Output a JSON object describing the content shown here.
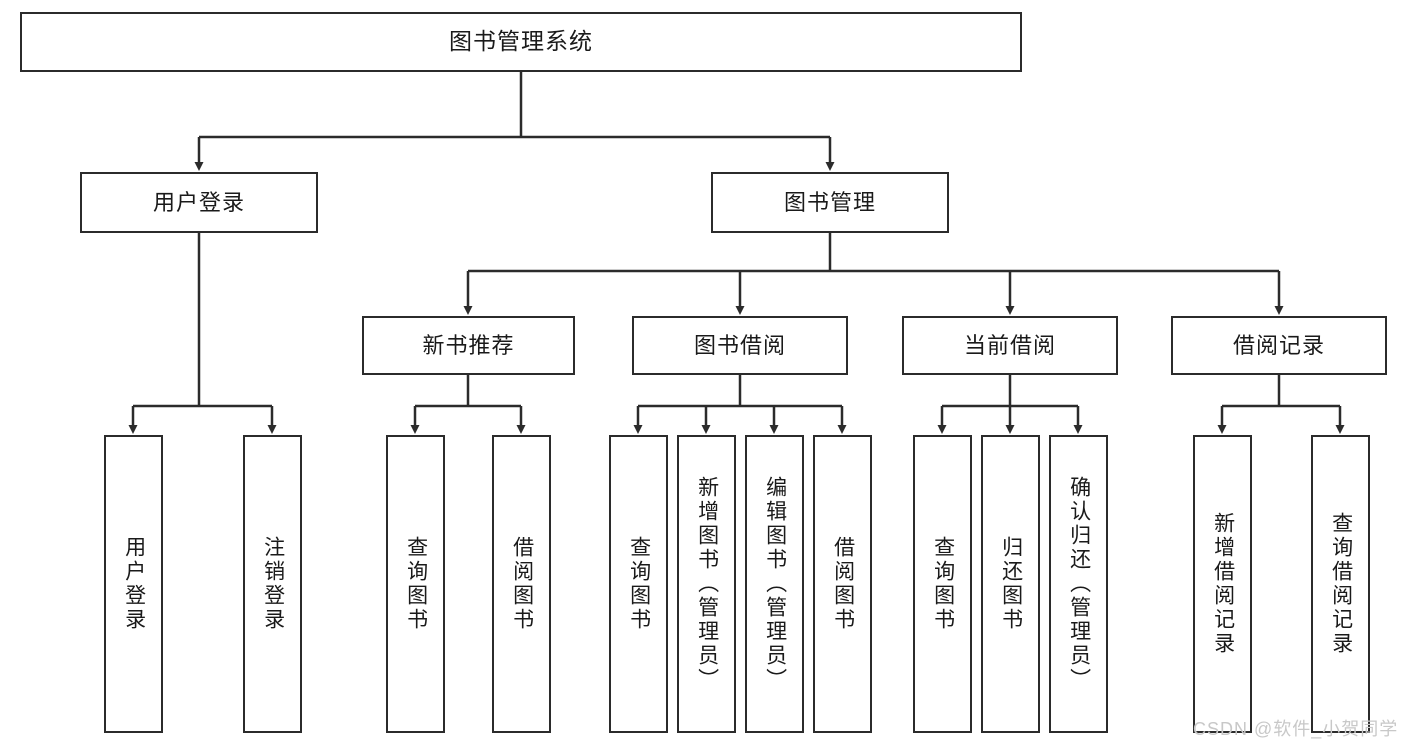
{
  "diagram": {
    "title": "图书管理系统",
    "watermark": "CSDN @软件_小贺同学",
    "colors": {
      "box_border": "#2b2b2b",
      "box_fill": "#ffffff",
      "edge": "#2b2b2b",
      "text": "#1a1a1a",
      "watermark": "#c8c8c8",
      "background": "#ffffff"
    },
    "nodes": {
      "root": {
        "label": "图书管理系统"
      },
      "level2": [
        {
          "id": "user-login",
          "label": "用户登录"
        },
        {
          "id": "book-manage",
          "label": "图书管理"
        }
      ],
      "level3": [
        {
          "id": "new-book-recommend",
          "label": "新书推荐"
        },
        {
          "id": "book-borrow",
          "label": "图书借阅"
        },
        {
          "id": "current-borrow",
          "label": "当前借阅"
        },
        {
          "id": "borrow-record",
          "label": "借阅记录"
        }
      ],
      "leaves": [
        {
          "id": "leaf-user-login",
          "label": "用户登录",
          "parent": "user-login"
        },
        {
          "id": "leaf-user-logout",
          "label": "注销登录",
          "parent": "user-login"
        },
        {
          "id": "leaf-query-book-1",
          "label": "查询图书",
          "parent": "new-book-recommend"
        },
        {
          "id": "leaf-borrow-book-1",
          "label": "借阅图书",
          "parent": "new-book-recommend"
        },
        {
          "id": "leaf-query-book-2",
          "label": "查询图书",
          "parent": "book-borrow"
        },
        {
          "id": "leaf-add-book",
          "label": "新增图书（管理员）",
          "parent": "book-borrow"
        },
        {
          "id": "leaf-edit-book",
          "label": "编辑图书（管理员）",
          "parent": "book-borrow"
        },
        {
          "id": "leaf-borrow-book-2",
          "label": "借阅图书",
          "parent": "book-borrow"
        },
        {
          "id": "leaf-query-book-3",
          "label": "查询图书",
          "parent": "current-borrow"
        },
        {
          "id": "leaf-return-book",
          "label": "归还图书",
          "parent": "current-borrow"
        },
        {
          "id": "leaf-confirm-return",
          "label": "确认归还（管理员）",
          "parent": "current-borrow"
        },
        {
          "id": "leaf-add-record",
          "label": "新增借阅记录",
          "parent": "borrow-record"
        },
        {
          "id": "leaf-query-record",
          "label": "查询借阅记录",
          "parent": "borrow-record"
        }
      ]
    }
  }
}
